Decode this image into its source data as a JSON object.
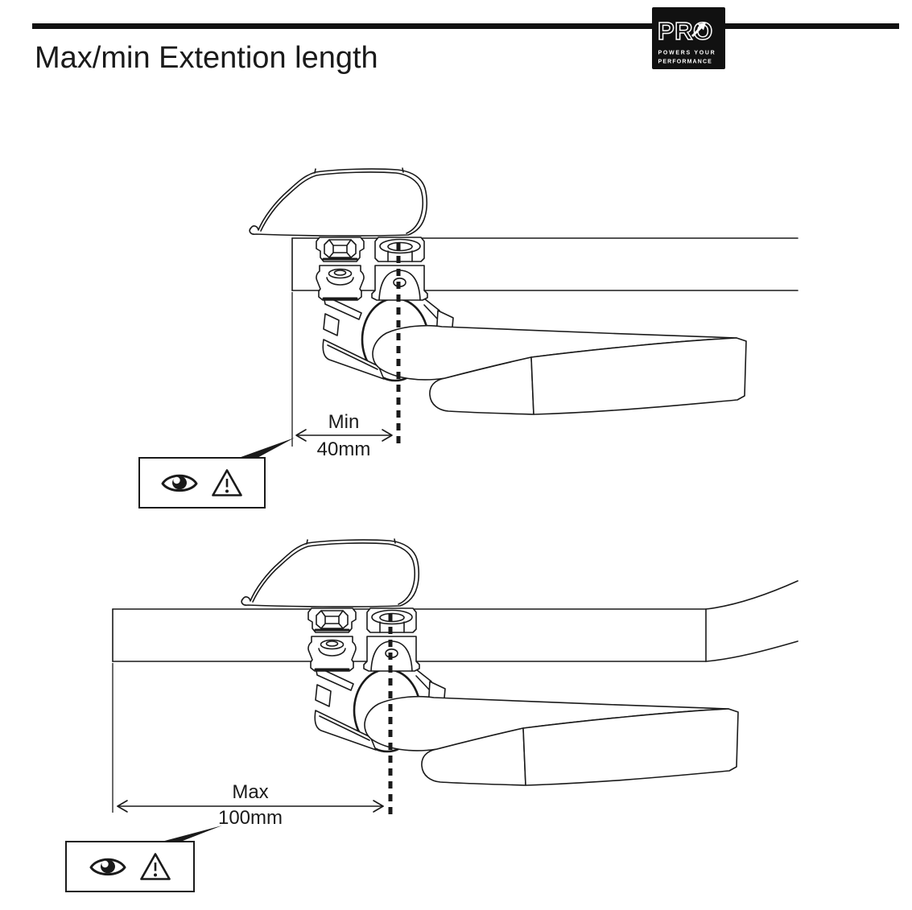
{
  "page": {
    "title": "Max/min Extention length"
  },
  "logo": {
    "brand": "PRO",
    "tagline_line1": "POWERS YOUR",
    "tagline_line2": "PERFORMANCE",
    "background": "#111111",
    "text_color": "#ffffff"
  },
  "figures": [
    {
      "name": "minimum-extension",
      "dimension_label": "Min",
      "dimension_value": "40mm"
    },
    {
      "name": "maximum-extension",
      "dimension_label": "Max",
      "dimension_value": "100mm"
    }
  ],
  "icons": {
    "eye": "eye-icon",
    "warning": "warning-triangle-icon",
    "logo_arrow": "arrow-ne-icon"
  },
  "colors": {
    "ink": "#1a1a1a",
    "background": "#ffffff"
  }
}
